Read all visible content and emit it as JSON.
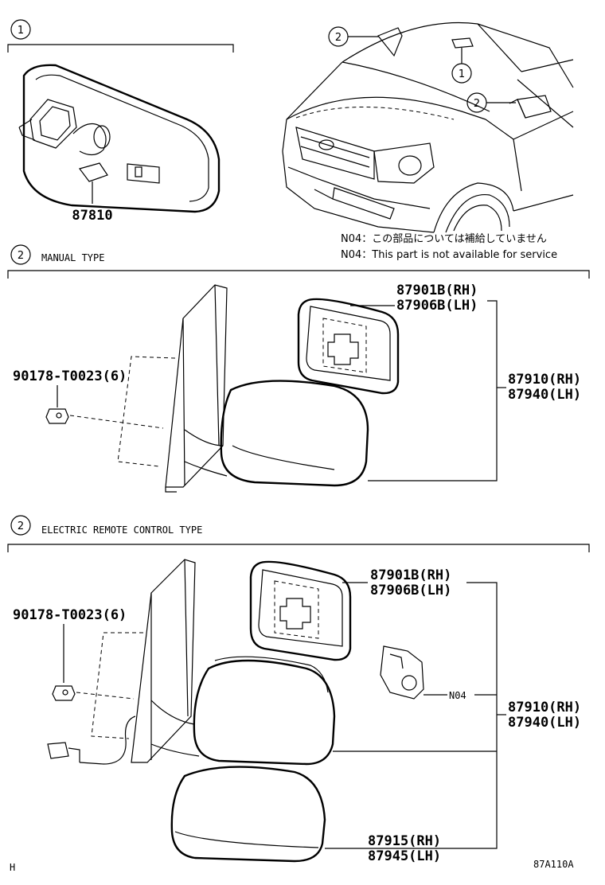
{
  "callouts": {
    "c1": "1",
    "c2": "2"
  },
  "sections": {
    "manual_type": "MANUAL TYPE",
    "electric_type": "ELECTRIC REMOTE CONTROL TYPE"
  },
  "notes": {
    "jp": "N04：この部品については補給していません",
    "en": "N04：This part is not available for service"
  },
  "parts": {
    "inner_mirror": "87810",
    "glass_rh": "87901B(RH)",
    "glass_lh": "87906B(LH)",
    "mirror_rh": "87910(RH)",
    "mirror_lh": "87940(LH)",
    "nut": "90178-T0023(6)",
    "n04": "N04",
    "cover_rh": "87915(RH)",
    "cover_lh": "87945(LH)"
  },
  "footer": {
    "left": "H",
    "code": "87A110A"
  }
}
